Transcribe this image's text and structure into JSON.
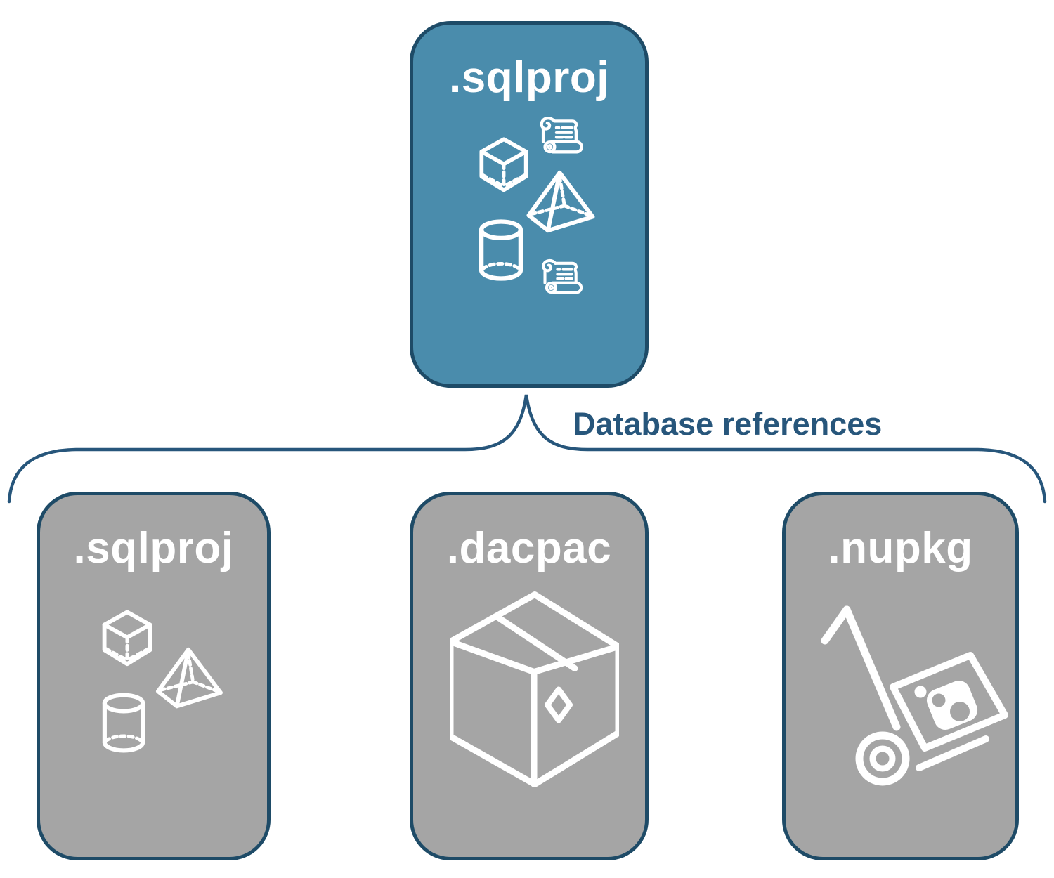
{
  "main_card": {
    "label": ".sqlproj",
    "icons": [
      "cube-icon",
      "scroll-icon",
      "pyramid-icon",
      "cylinder-icon",
      "scroll-icon"
    ]
  },
  "connector": {
    "label": "Database references",
    "shape": "downward-curly-brace"
  },
  "child_cards": [
    {
      "label": ".sqlproj",
      "icons": [
        "cube-icon",
        "pyramid-icon",
        "cylinder-icon"
      ]
    },
    {
      "label": ".dacpac",
      "icons": [
        "package-box-icon"
      ]
    },
    {
      "label": ".nupkg",
      "icons": [
        "hand-truck-nuget-icon"
      ]
    }
  ],
  "colors": {
    "primary_card_fill": "#4a8cac",
    "secondary_card_fill": "#a5a5a5",
    "card_border": "#1e4b67",
    "connector_stroke": "#27567b",
    "label_text": "#27567b",
    "icon_stroke": "#ffffff",
    "card_title_text": "#ffffff",
    "background": "#ffffff"
  }
}
